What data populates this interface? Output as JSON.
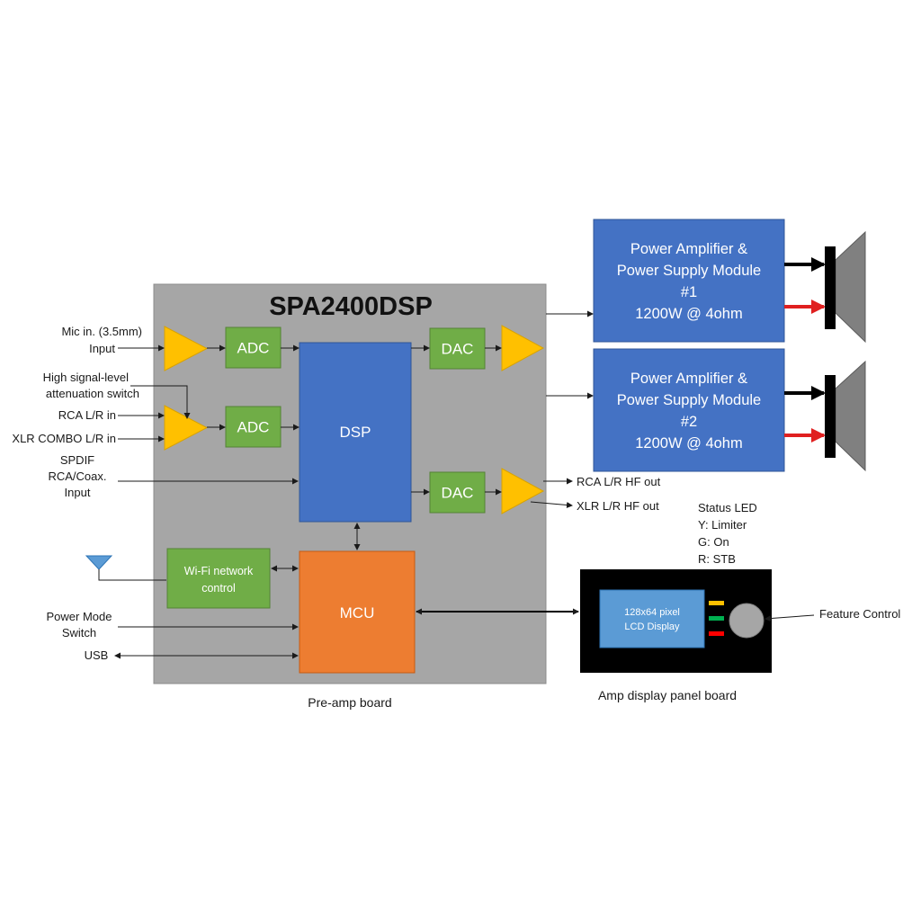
{
  "preamp": {
    "title": "SPA2400DSP",
    "caption": "Pre-amp board",
    "blocks": {
      "adc_1": "ADC",
      "adc_2": "ADC",
      "dsp": "DSP",
      "dac_1": "DAC",
      "dac_2": "DAC",
      "mcu": "MCU",
      "wifi_line1": "Wi-Fi network",
      "wifi_line2": "control"
    }
  },
  "inputs": {
    "mic_line1": "Mic in. (3.5mm)",
    "mic_line2": "Input",
    "atten_line1": "High  signal-level",
    "atten_line2": "attenuation switch",
    "rca_in": "RCA L/R in",
    "xlr_in": "XLR COMBO L/R in",
    "spdif_line1": "SPDIF",
    "spdif_line2": "RCA/Coax.",
    "spdif_line3": "Input",
    "power_line1": "Power Mode",
    "power_line2": "Switch",
    "usb": "USB"
  },
  "outputs": {
    "rca_hf_out": "RCA L/R HF out",
    "xlr_hf_out": "XLR L/R HF out"
  },
  "power_amps": [
    {
      "line1": "Power Amplifier &",
      "line2": "Power Supply Module",
      "line3": "#1",
      "line4": "1200W @ 4ohm"
    },
    {
      "line1": "Power Amplifier &",
      "line2": "Power Supply Module",
      "line3": "#2",
      "line4": "1200W @ 4ohm"
    }
  ],
  "display_panel": {
    "caption": "Amp display panel board",
    "lcd_line1": "128x64 pixel",
    "lcd_line2": "LCD Display",
    "status_title": "Status LED",
    "status_y": "Y: Limiter",
    "status_g": "G: On",
    "status_r": "R: STB",
    "feature_control": "Feature Control"
  },
  "colors": {
    "preamp_board": "#a6a6a6",
    "adc_dac_wifi": "#70ad47",
    "dsp": "#4472c4",
    "mcu": "#ed7d31",
    "amplifier": "#ffc000",
    "power_amp": "#4472c4",
    "speaker": "#808080",
    "display_panel": "#000000",
    "lcd": "#5b9bd5",
    "led_yellow": "#ffc000",
    "led_green": "#00b050",
    "led_red": "#ff0000",
    "speaker_red_wire": "#e02020"
  }
}
